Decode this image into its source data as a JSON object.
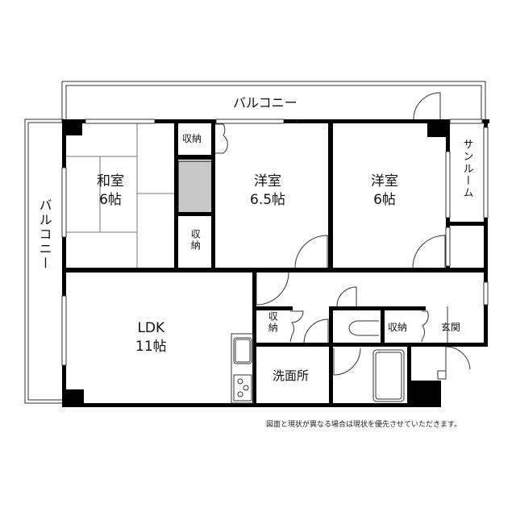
{
  "floor_plan": {
    "title": "",
    "rooms": [
      {
        "id": "balcony-top",
        "label": "バルコニー"
      },
      {
        "id": "balcony-left",
        "label": "バルコニー"
      },
      {
        "id": "washitsu",
        "label_name": "和室",
        "label_size": "6帖"
      },
      {
        "id": "yoshitsu-1",
        "label_name": "洋室",
        "label_size": "6.5帖"
      },
      {
        "id": "yoshitsu-2",
        "label_name": "洋室",
        "label_size": "6帖"
      },
      {
        "id": "sunroom",
        "label": "サンルーム"
      },
      {
        "id": "ldk",
        "label_name": "LDK",
        "label_size": "11帖"
      },
      {
        "id": "storage-1",
        "label": "収納"
      },
      {
        "id": "storage-2",
        "label": "収納"
      },
      {
        "id": "storage-3",
        "label": "収納"
      },
      {
        "id": "storage-4",
        "label": "収納"
      },
      {
        "id": "washroom",
        "label": "洗面所"
      },
      {
        "id": "entrance",
        "label": "玄関"
      }
    ],
    "note": "図面と現状が異なる場合は現状を優先させていただきます。",
    "colors": {
      "wall": "#000000",
      "line": "#333333",
      "pillar_gray": "#c8c8c8",
      "background": "#ffffff"
    }
  }
}
